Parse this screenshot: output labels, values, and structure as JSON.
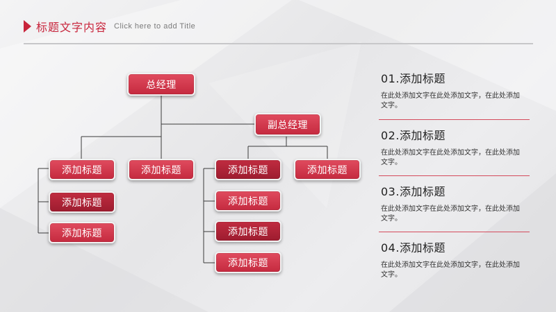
{
  "header": {
    "title_cn": "标题文字内容",
    "title_en": "Click here to add Title"
  },
  "org": {
    "top": "总经理",
    "deputy": "副总经理",
    "left_col": [
      "添加标题",
      "添加标题",
      "添加标题"
    ],
    "mid": "添加标题",
    "right_col": [
      "添加标题",
      "添加标题",
      "添加标题",
      "添加标题"
    ],
    "far_right": "添加标题"
  },
  "items": [
    {
      "title": "01.添加标题",
      "desc": "在此处添加文字在此处添加文字，在此处添加文字。"
    },
    {
      "title": "02.添加标题",
      "desc": "在此处添加文字在此处添加文字，在此处添加文字。"
    },
    {
      "title": "03.添加标题",
      "desc": "在此处添加文字在此处添加文字，在此处添加文字。"
    },
    {
      "title": "04.添加标题",
      "desc": "在此处添加文字在此处添加文字，在此处添加文字。"
    }
  ],
  "colors": {
    "accent": "#c8243b",
    "box_light": "#d93a4f",
    "box_dark": "#ae2236"
  }
}
